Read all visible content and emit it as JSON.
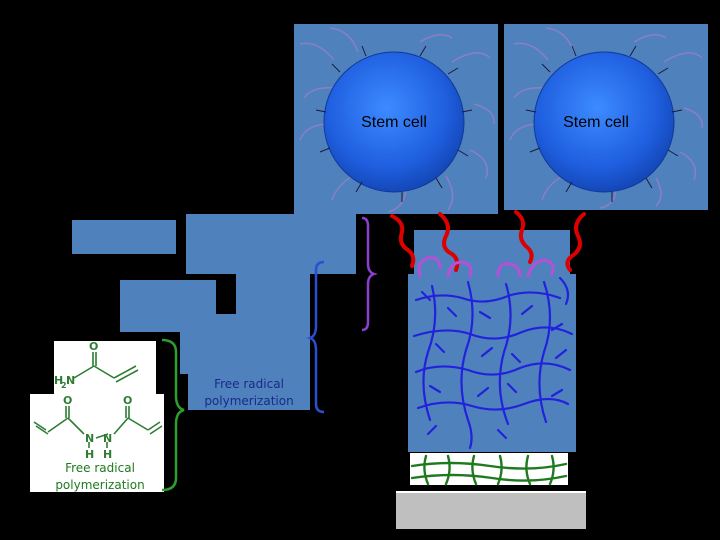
{
  "colors": {
    "background": "#000000",
    "panel": "#4f81bd",
    "cell_fill": "#1f5fe0",
    "tether": "#8a7fc4",
    "linker": "#dd0000",
    "peptide": "#b84fd8",
    "hydrogel_network": "#2222dd",
    "substrate_network": "#1f7a1f",
    "chem_green": "#2e7d32",
    "substrate": "#bfbfbf",
    "bracket_purple": "#8a3fd0",
    "bracket_blue": "#2a4fd0",
    "bracket_green": "#2e9e2e"
  },
  "stem_cells": [
    {
      "label": "Stem cell"
    },
    {
      "label": "Stem cell"
    }
  ],
  "captions": {
    "center": "Free radical polymerization",
    "left": "Free radical polymerization"
  },
  "chemistry": {
    "acrylamide": {
      "oxygen": "O",
      "amine_h": "H",
      "amine_sub": "2",
      "amine_n": "N"
    },
    "bisacrylamide": {
      "oxygen_left": "O",
      "oxygen_right": "O",
      "n_left": "N",
      "n_right": "N",
      "h_left": "H",
      "h_right": "H"
    }
  }
}
